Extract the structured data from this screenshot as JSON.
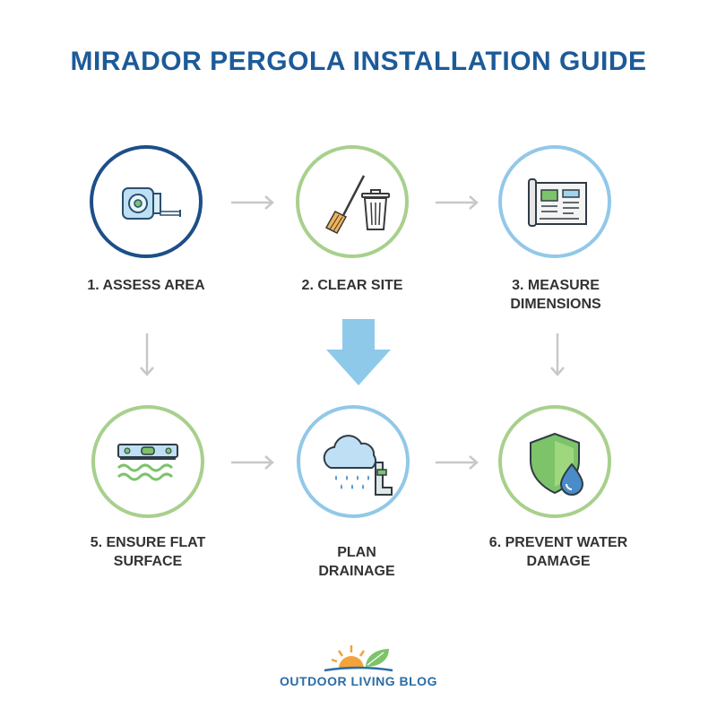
{
  "title": "MIRADOR PERGOLA INSTALLATION GUIDE",
  "colors": {
    "title": "#1d5a98",
    "dark_blue_ring": "#1d4f88",
    "green_ring": "#a8d08d",
    "light_blue_ring": "#92c8e8",
    "big_arrow": "#8ec9ea",
    "small_arrow": "#c8c8c8",
    "footer": "#2b6ca6"
  },
  "steps": [
    {
      "id": "assess",
      "icon": "tape-measure-icon",
      "line1": "1. ASSESS AREA",
      "line2": ""
    },
    {
      "id": "clear",
      "icon": "broom-trash-icon",
      "line1": "2. CLEAR SITE",
      "line2": ""
    },
    {
      "id": "measure",
      "icon": "blueprint-icon",
      "line1": "3. MEASURE",
      "line2": "DIMENSIONS"
    },
    {
      "id": "flat",
      "icon": "spirit-level-icon",
      "line1": "5. ENSURE FLAT",
      "line2": "SURFACE"
    },
    {
      "id": "drain",
      "icon": "rain-drainpipe-icon",
      "line1": "PLAN",
      "line2": "DRAINAGE"
    },
    {
      "id": "water",
      "icon": "shield-droplet-icon",
      "line1": "6. PREVENT WATER",
      "line2": "DAMAGE"
    }
  ],
  "footer": {
    "brand": "OUTDOOR LIVING BLOG",
    "logo_icon": "sunrise-leaf-logo-icon"
  }
}
